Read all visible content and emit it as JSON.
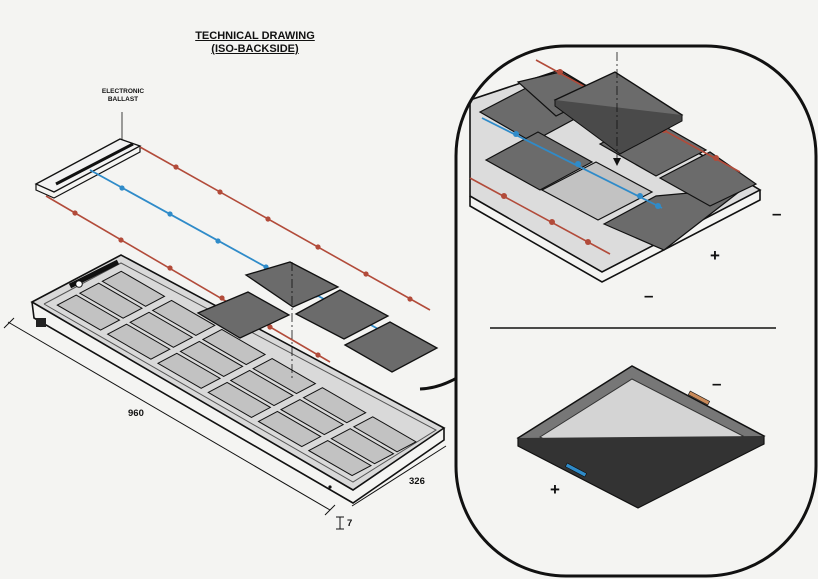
{
  "drawing": {
    "title_line1": "TECHNICAL DRAWING",
    "title_line2": "(ISO-BACKSIDE)",
    "ballast_line1": "ELECTRONIC",
    "ballast_line2": "BALLAST"
  },
  "dimensions": {
    "length": "960",
    "width": "326",
    "height": "7"
  },
  "polarity": {
    "positive": "+",
    "negative": "–"
  },
  "colors": {
    "background": "#f4f4f2",
    "line": "#111111",
    "tray_face": "#d6d6d6",
    "cell_face": "#c2c2c2",
    "panel_dark": "#6b6b6b",
    "wire_red": "#b24b3a",
    "wire_blue": "#2f8bc9",
    "terminal_orange": "#c98a5a"
  }
}
